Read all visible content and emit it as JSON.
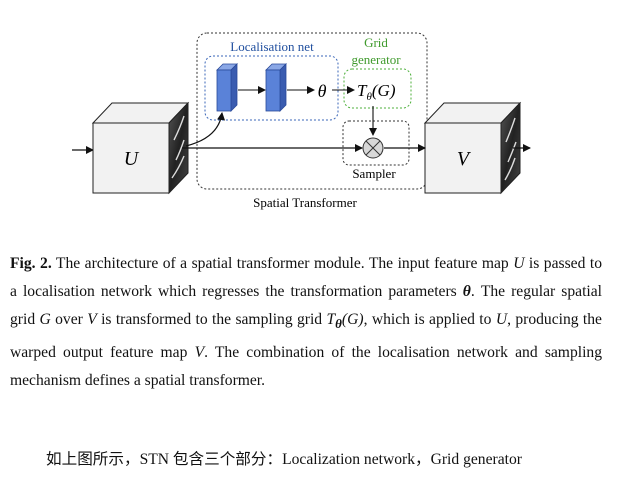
{
  "figure": {
    "cube_u_label": "U",
    "cube_v_label": "V",
    "localisation_net_label": "Localisation net",
    "grid_generator_label_line1": "Grid",
    "grid_generator_label_line2": "generator",
    "theta_label": "θ",
    "transform_label": "T",
    "transform_sub": "θ",
    "transform_arg": "(G)",
    "sampler_label": "Sampler",
    "spatial_transformer_label": "Spatial Transformer",
    "colors": {
      "localisation_border": "#3a66b8",
      "localisation_text": "#1f4e9e",
      "grid_border": "#4caf3a",
      "grid_text": "#3f9a2c",
      "layer_blue": "#5a82d8"
    }
  },
  "caption": {
    "fig_label": "Fig. 2.",
    "s1": " The architecture of a spatial transformer module. The input feature map ",
    "u1": "U",
    "s2": " is passed to a localisation network which regresses the transformation parameters ",
    "theta": "θ",
    "s3": ". The regular spatial grid ",
    "g1": "G",
    "s4": " over ",
    "v1": "V",
    "s5": " is transformed to the sampling grid ",
    "t_sym": "T",
    "t_sub": "θ",
    "t_arg": "(G)",
    "s6": ", which is applied to ",
    "u2": "U",
    "s7": ", producing the warped output feature map ",
    "v2": "V",
    "s8": ". The combination of the localisation network and sampling mechanism defines a spatial transformer."
  },
  "note": "如上图所示，STN 包含三个部分：Localization network，Grid generator"
}
